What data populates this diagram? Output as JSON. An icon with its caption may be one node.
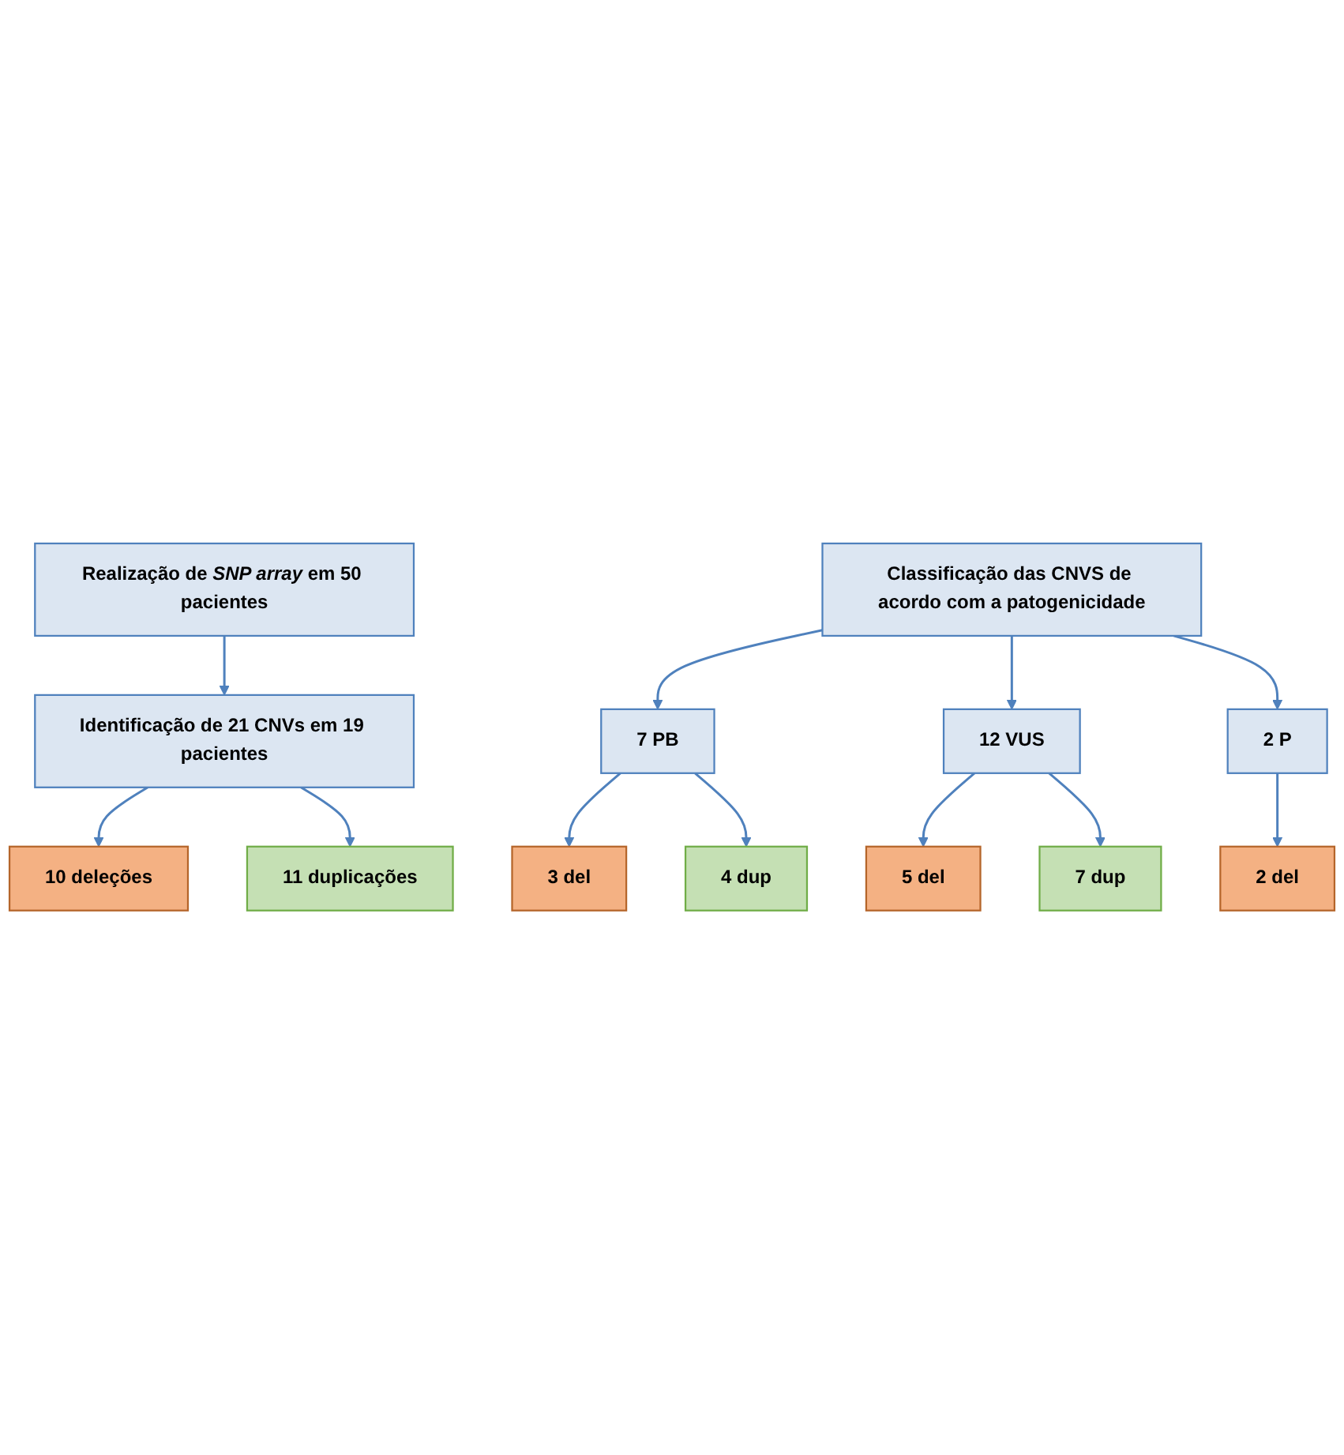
{
  "diagram": {
    "nodes": [
      {
        "text": [
          "Realização de *SNP array* em 50 pacientes"
        ]
      },
      {
        "text": [
          "Identificação de 21 CNVs em 19 pacientes"
        ]
      },
      {
        "text": [
          "10 deleções"
        ]
      },
      {
        "text": [
          "11 duplicações"
        ]
      },
      {
        "text": [
          "Classificação das CNVS de acordo com a patogenicidade"
        ]
      },
      {
        "text": [
          "7 PB"
        ]
      },
      {
        "text": [
          "12 VUS"
        ]
      },
      {
        "text": [
          "2 P"
        ]
      },
      {
        "text": [
          "3 del"
        ]
      },
      {
        "text": [
          "4 dup"
        ]
      },
      {
        "text": [
          "5 del"
        ]
      },
      {
        "text": [
          "7  dup"
        ]
      },
      {
        "text": [
          "2 del"
        ]
      }
    ],
    "edges": [
      {
        "from": 0,
        "to": 1,
        "arrow": "to"
      },
      {
        "from": 1,
        "to": 2,
        "arrow": "to"
      },
      {
        "from": 1,
        "to": 3,
        "arrow": "to"
      },
      {
        "from": 4,
        "to": 5,
        "arrow": "to"
      },
      {
        "from": 4,
        "to": 6,
        "arrow": "to"
      },
      {
        "from": 4,
        "to": 7,
        "arrow": "to"
      },
      {
        "from": 5,
        "to": 8,
        "arrow": "to"
      },
      {
        "from": 5,
        "to": 9,
        "arrow": "to"
      },
      {
        "from": 6,
        "to": 10,
        "arrow": "to"
      },
      {
        "from": 6,
        "to": 11,
        "arrow": "to"
      },
      {
        "from": 7,
        "to": 12,
        "arrow": "to"
      }
    ]
  }
}
